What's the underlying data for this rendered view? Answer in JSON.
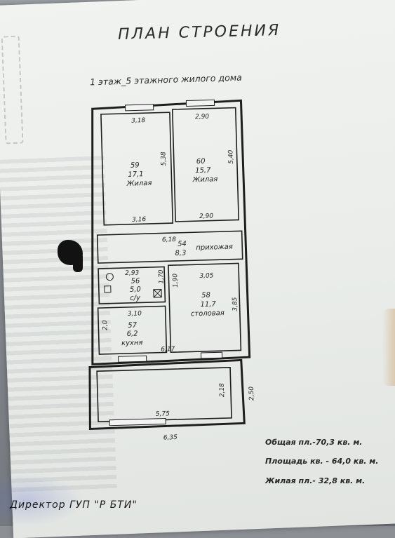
{
  "document": {
    "title": "ПЛАН СТРОЕНИЯ",
    "subtitle": "1 этаж_5 этажного жилого дома"
  },
  "rooms": [
    {
      "number": "59",
      "area": "17,1",
      "name": "Жилая"
    },
    {
      "number": "60",
      "area": "15,7",
      "name": "Жилая"
    },
    {
      "number": "54",
      "area": "8,3",
      "name": "прихожая"
    },
    {
      "number": "56",
      "area": "5,0",
      "name": "с/у"
    },
    {
      "number": "58",
      "area": "11,7",
      "name": "столовая"
    },
    {
      "number": "57",
      "area": "6,2",
      "name": "кухня"
    }
  ],
  "dimensions": {
    "d_318": "3,18",
    "d_290_top": "2,90",
    "d_538": "5,38",
    "d_540": "5,40",
    "d_316": "3,16",
    "d_290_bottom": "2,90",
    "d_618": "6,18",
    "d_293": "2,93",
    "d_170": "1,70",
    "d_190": "1,90",
    "d_305": "3,05",
    "d_310": "3,10",
    "d_20": "2,0",
    "d_385": "3,85",
    "d_617": "6,17",
    "d_218": "2,18",
    "d_250": "2,50",
    "d_575": "5,75",
    "d_635": "6,35"
  },
  "summary": {
    "total": "Общая пл.-70,3 кв. м.",
    "apartment": "Площадь кв. - 64,0 кв. м.",
    "living": "Жилая пл.- 32,8 кв. м."
  },
  "footer": {
    "director": "Директор ГУП \"Р БТИ\""
  }
}
